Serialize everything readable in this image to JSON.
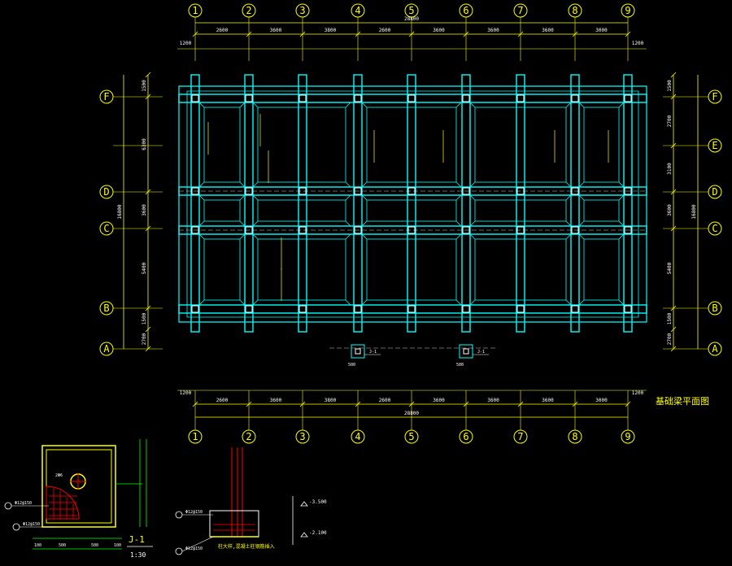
{
  "colors": {
    "background": "#000000",
    "beam": "#00ffff",
    "dimension": "#ffff00",
    "axis_bubble": "#ffff00",
    "text": "#ffffff",
    "rebar": "#ff0000",
    "column": "#ffffff"
  },
  "axes": {
    "vertical_labels": [
      "1",
      "2",
      "3",
      "4",
      "5",
      "6",
      "7",
      "8",
      "9"
    ],
    "horizontal_labels": [
      "A",
      "B",
      "C",
      "D",
      "E",
      "F"
    ]
  },
  "dimensions": {
    "top_spans": [
      "2600",
      "3600",
      "3800",
      "2600",
      "3600",
      "3600",
      "3600",
      "3000"
    ],
    "top_overall": "28800",
    "bottom_spans": [
      "2600",
      "3600",
      "3800",
      "2600",
      "3600",
      "3600",
      "3600",
      "3000"
    ],
    "bottom_overall": "28800",
    "edge_offset": "1200",
    "left_spans": [
      "1500",
      "6300",
      "3600",
      "5400",
      "1500",
      "2700"
    ],
    "left_overall": "16800",
    "right_spans": [
      "1500",
      "2700",
      "3100",
      "3600",
      "5400",
      "1500",
      "2700"
    ],
    "right_overall": "16800"
  },
  "drawing_title": "基础梁平面图",
  "details": {
    "footing_title": "J-1",
    "footing_scale": "1:30",
    "footing_rebar_1": "Φ12@150",
    "footing_rebar_2": "Φ12@150",
    "footing_dims": [
      "100",
      "500",
      "500",
      "100"
    ],
    "column_label": "柱大样,混凝土柱钢筋插入",
    "column_rebar_1": "Φ12@150",
    "column_rebar_2": "Φ12@150",
    "elev_1": "-3.500",
    "elev_2": "-2.100",
    "small_dims": [
      "500",
      "500"
    ],
    "callout": "J-1"
  }
}
